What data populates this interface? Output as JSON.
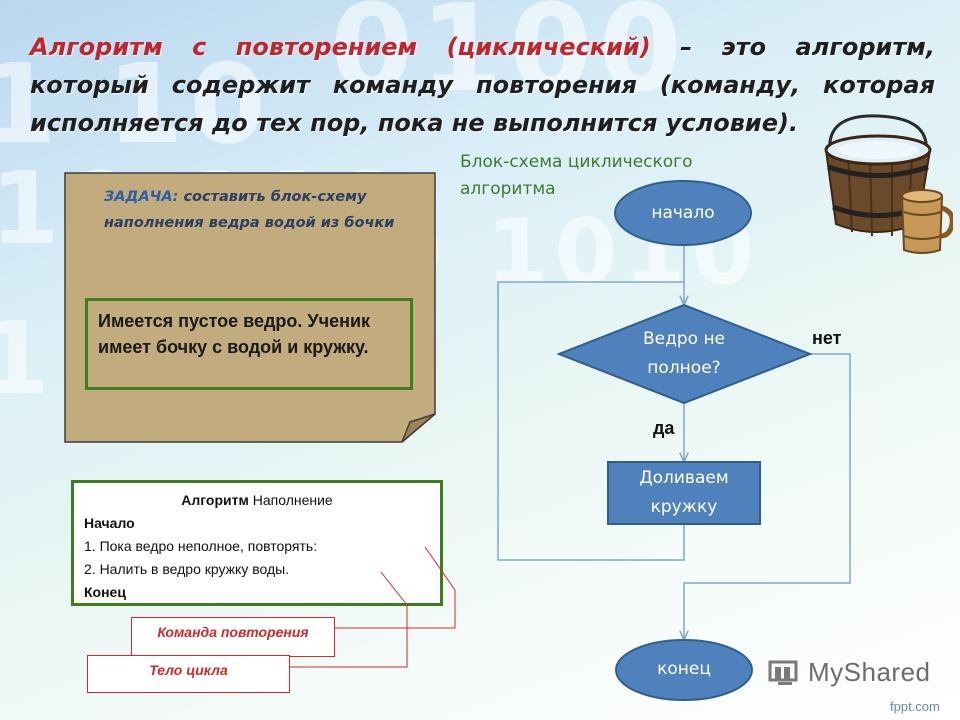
{
  "background_digits": [
    "0100",
    "1 10",
    "10 110",
    "0 1010",
    "11 0"
  ],
  "title": {
    "term": "Алгоритм с повторением (циклический)",
    "rest": " – это алгоритм, который содержит команду повторения (команду, которая исполняется до тех пор, пока не выполнится условие)."
  },
  "schema_caption": "Блок-схема циклического алгоритма",
  "task": {
    "label": "ЗАДАЧА:",
    "text": " составить блок-схему наполнения ведра водой из бочки",
    "given": "Имеется пустое ведро. Ученик имеет бочку с водой и кружку."
  },
  "algorithm": {
    "head_bold": "Алгоритм",
    "head_rest": " Наполнение",
    "start": "Начало",
    "step1": "1. Пока ведро неполное, повторять:",
    "step2": "2. Налить в ведро кружку воды.",
    "end": "Конец"
  },
  "callouts": {
    "repeat_command": "Команда повторения",
    "loop_body": "Тело цикла"
  },
  "flowchart": {
    "start": "начало",
    "condition": "Ведро не полное?",
    "action": "Доливаем кружку",
    "end": "конец",
    "yes": "да",
    "no": "нет"
  },
  "colors": {
    "term_red": "#c0262c",
    "block_fill": "#4f81bd",
    "block_stroke": "#2f5f8f",
    "frame_green": "#3f7e1f",
    "callout_red": "#d22a2a",
    "card_fill": "#c2ab7d"
  },
  "watermark": "MyShared",
  "footer": "fppt.com"
}
